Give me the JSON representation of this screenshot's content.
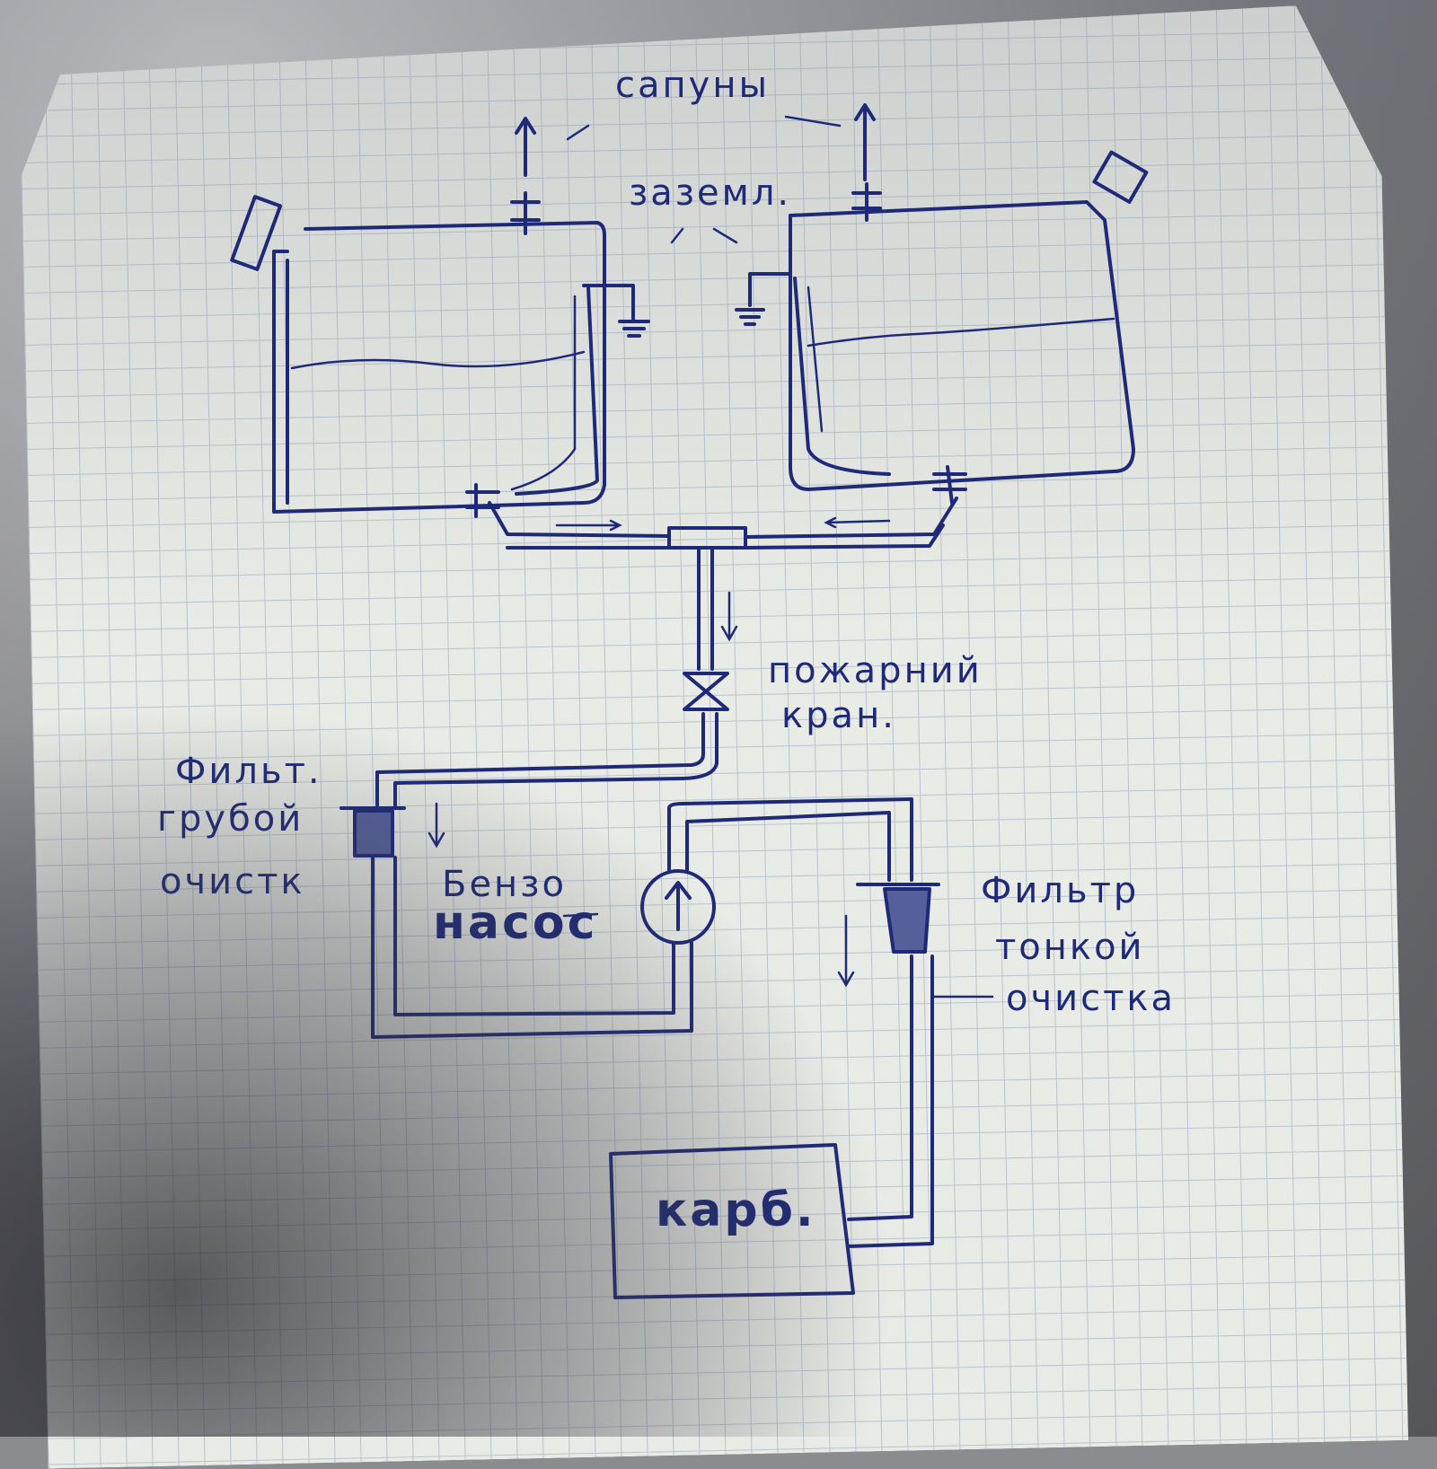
{
  "diagram": {
    "title": "Fuel system sketch",
    "labels": {
      "breathers": "сапуны",
      "ground": "заземл.",
      "fire_valve_1": "пожарний",
      "fire_valve_2": "кран.",
      "coarse_filter_1": "Фильт.",
      "coarse_filter_2": "грубой",
      "coarse_filter_3": "очистк",
      "pump_1": "Бензо",
      "pump_2": "насос",
      "fine_filter_1": "Фильтр",
      "fine_filter_2": "тонкой",
      "fine_filter_3": "очистка",
      "carb": "карб."
    },
    "ink_color": "#1e2a78",
    "paper_color": "#e9ebe6"
  }
}
